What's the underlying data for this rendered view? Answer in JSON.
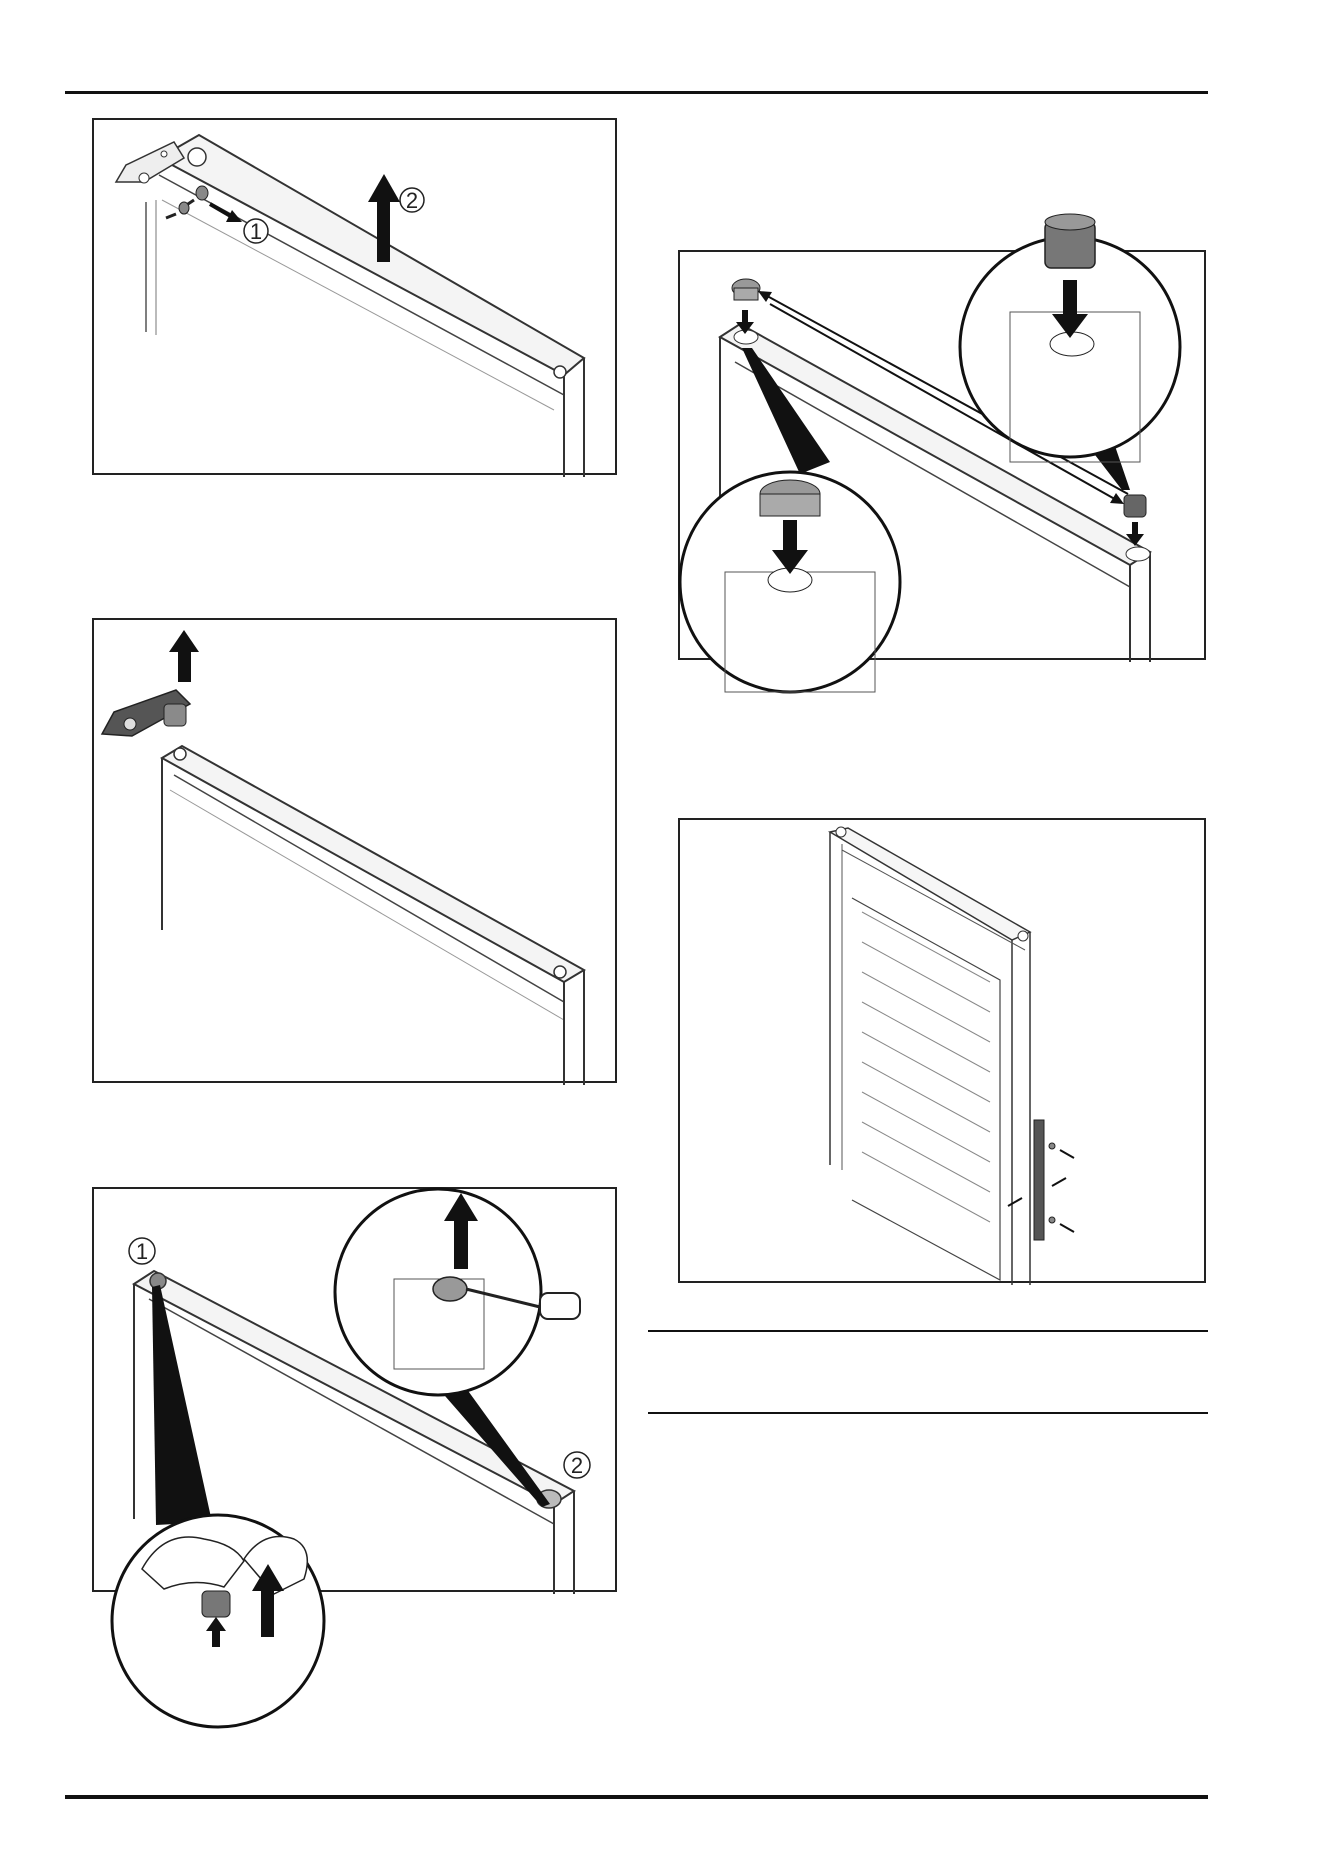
{
  "callouts": {
    "fig1_step1": "1",
    "fig1_step2": "2",
    "fig3_step1": "1",
    "fig3_step2": "2"
  }
}
